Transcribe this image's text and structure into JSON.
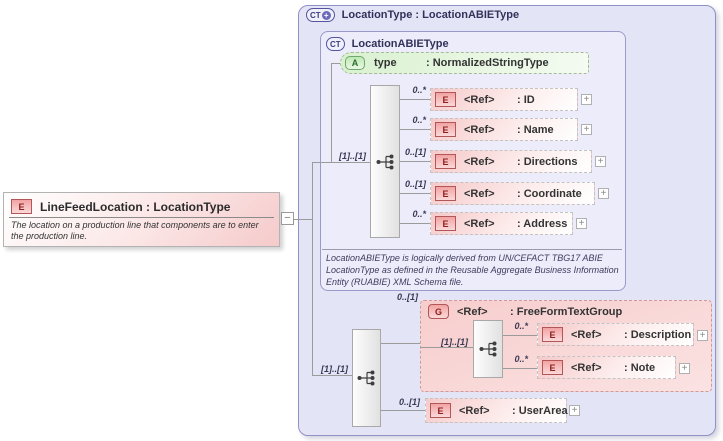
{
  "colors": {
    "container_fill": "#e4e4f7",
    "container_border": "#9191c5",
    "inner_fill": "#edecfa",
    "element_pink": "#f6c9c9",
    "element_icon_border": "#b25757",
    "attribute_green": "#d9f1cf",
    "group_fill": "#f7cdcd",
    "connector_gray": "#9b9b9b"
  },
  "glyphs": {
    "expand": "+",
    "collapse": "−"
  },
  "left_element": {
    "icon_label": "E",
    "title": "LineFeedLocation : LocationType",
    "annotation": "The location on a production line that components are to enter the production line."
  },
  "outer_type": {
    "icon_label": "CT",
    "icon_plus": "+",
    "title": "LocationType : LocationABIEType"
  },
  "inner_type": {
    "icon_label": "CT",
    "title": "LocationABIEType",
    "sequence_cardinality": "[1]..[1]",
    "attribute": {
      "icon_label": "A",
      "name": "type",
      "type": ": NormalizedStringType"
    },
    "elements": [
      {
        "cardinality": "0..*",
        "icon_label": "E",
        "ref": "<Ref>",
        "type": ": ID"
      },
      {
        "cardinality": "0..*",
        "icon_label": "E",
        "ref": "<Ref>",
        "type": ": Name"
      },
      {
        "cardinality": "0..[1]",
        "icon_label": "E",
        "ref": "<Ref>",
        "type": ": Directions"
      },
      {
        "cardinality": "0..[1]",
        "icon_label": "E",
        "ref": "<Ref>",
        "type": ": Coordinate"
      },
      {
        "cardinality": "0..*",
        "icon_label": "E",
        "ref": "<Ref>",
        "type": ": Address"
      }
    ],
    "annotation": "LocationABIEType is logically derived from UN/CEFACT TBG17 ABIE LocationType as defined in the Reusable Aggregate Business Information Entity (RUABIE) XML Schema file."
  },
  "lower_sequence": {
    "cardinality": "[1]..[1]",
    "group": {
      "cardinality": "0..[1]",
      "icon_label": "G",
      "ref": "<Ref>",
      "type": ": FreeFormTextGroup",
      "sequence_cardinality": "[1]..[1]",
      "elements": [
        {
          "cardinality": "0..*",
          "icon_label": "E",
          "ref": "<Ref>",
          "type": ": Description"
        },
        {
          "cardinality": "0..*",
          "icon_label": "E",
          "ref": "<Ref>",
          "type": ": Note"
        }
      ]
    },
    "user_area": {
      "cardinality": "0..[1]",
      "icon_label": "E",
      "ref": "<Ref>",
      "type": ": UserArea"
    }
  }
}
